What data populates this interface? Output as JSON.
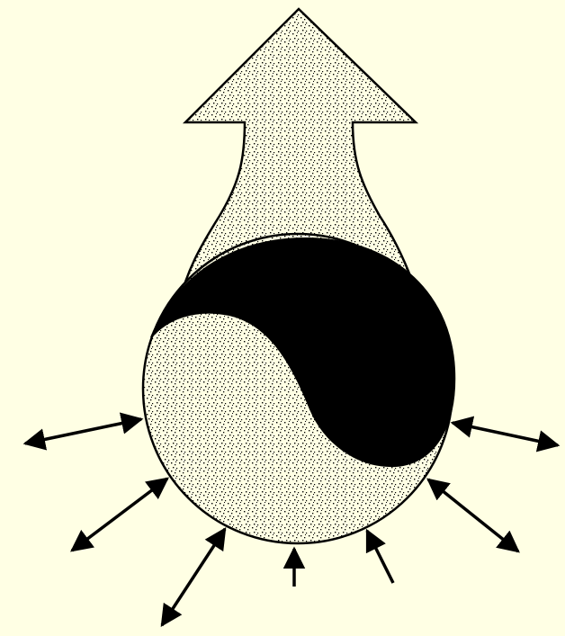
{
  "diagram": {
    "background_color": "#FFFFE4",
    "stipple_fill_color": "#FFFFE4",
    "stipple_dot_color": "#000000",
    "dark_lobe_color": "#000000",
    "outline_color": "#000000",
    "upward_arrow": {
      "icon": "large-stippled-up-arrow",
      "direction": "up"
    },
    "yin_yang": {
      "icon": "yin-yang-symbol",
      "light_lobe": "stippled",
      "dark_lobe": "solid"
    },
    "peripheral_arrows": [
      {
        "name": "left-double-arrow",
        "type": "double-headed"
      },
      {
        "name": "lower-left-double-arrow",
        "type": "double-headed"
      },
      {
        "name": "bottom-left-double-arrow",
        "type": "double-headed"
      },
      {
        "name": "bottom-center-inward-arrow",
        "type": "inward"
      },
      {
        "name": "bottom-right-inward-arrow",
        "type": "inward"
      },
      {
        "name": "lower-right-double-arrow",
        "type": "double-headed"
      },
      {
        "name": "right-double-arrow",
        "type": "double-headed"
      }
    ]
  }
}
